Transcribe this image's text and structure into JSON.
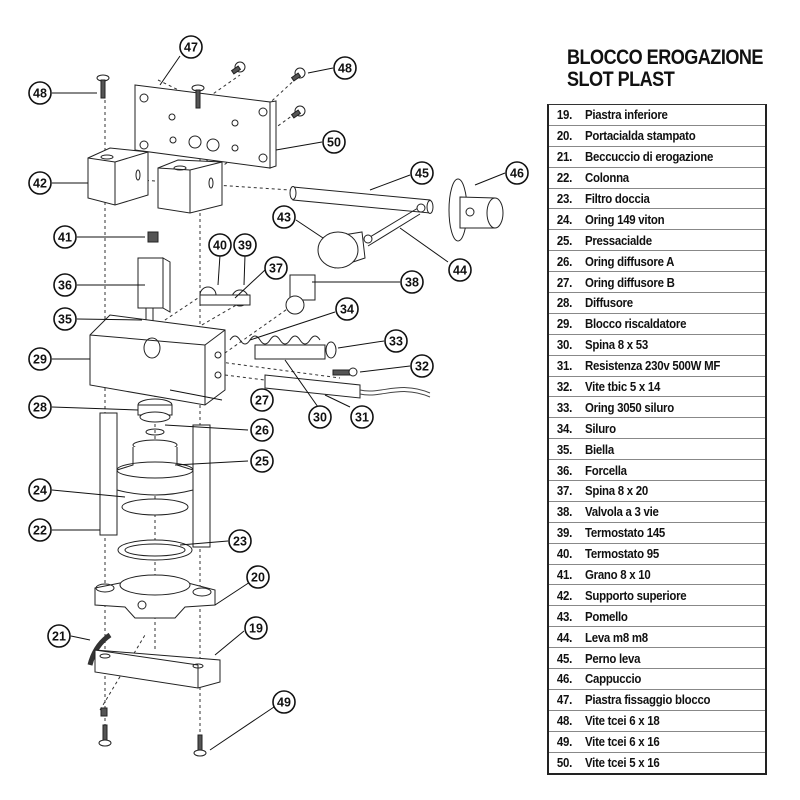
{
  "title": {
    "line1": "BLOCCO EROGAZIONE",
    "line2": "SLOT PLAST"
  },
  "parts": [
    {
      "num": "19.",
      "name": "Piastra inferiore"
    },
    {
      "num": "20.",
      "name": "Portacialda stampato"
    },
    {
      "num": "21.",
      "name": "Beccuccio di erogazione"
    },
    {
      "num": "22.",
      "name": "Colonna"
    },
    {
      "num": "23.",
      "name": "Filtro doccia"
    },
    {
      "num": "24.",
      "name": "Oring 149 viton"
    },
    {
      "num": "25.",
      "name": "Pressacialde"
    },
    {
      "num": "26.",
      "name": "Oring diffusore A"
    },
    {
      "num": "27.",
      "name": "Oring diffusore B"
    },
    {
      "num": "28.",
      "name": "Diffusore"
    },
    {
      "num": "29.",
      "name": "Blocco riscaldatore"
    },
    {
      "num": "30.",
      "name": "Spina 8 x 53"
    },
    {
      "num": "31.",
      "name": "Resistenza 230v 500W MF"
    },
    {
      "num": "32.",
      "name": "Vite tbic 5 x 14"
    },
    {
      "num": "33.",
      "name": "Oring 3050 siluro"
    },
    {
      "num": "34.",
      "name": "Siluro"
    },
    {
      "num": "35.",
      "name": "Biella"
    },
    {
      "num": "36.",
      "name": "Forcella"
    },
    {
      "num": "37.",
      "name": "Spina 8 x 20"
    },
    {
      "num": "38.",
      "name": "Valvola a 3 vie"
    },
    {
      "num": "39.",
      "name": "Termostato 145"
    },
    {
      "num": "40.",
      "name": "Termostato 95"
    },
    {
      "num": "41.",
      "name": "Grano 8 x 10"
    },
    {
      "num": "42.",
      "name": "Supporto superiore"
    },
    {
      "num": "43.",
      "name": "Pomello"
    },
    {
      "num": "44.",
      "name": "Leva m8 m8"
    },
    {
      "num": "45.",
      "name": "Perno leva"
    },
    {
      "num": "46.",
      "name": "Cappuccio"
    },
    {
      "num": "47.",
      "name": "Piastra fissaggio blocco"
    },
    {
      "num": "48.",
      "name": "Vite tcei 6 x 18"
    },
    {
      "num": "49.",
      "name": "Vite tcei 6 x 16"
    },
    {
      "num": "50.",
      "name": "Vite tcei 5 x 16"
    }
  ],
  "callouts": [
    "47",
    "48",
    "48",
    "50",
    "42",
    "45",
    "46",
    "43",
    "44",
    "41",
    "40",
    "39",
    "37",
    "36",
    "38",
    "34",
    "35",
    "33",
    "29",
    "32",
    "27",
    "30",
    "31",
    "28",
    "26",
    "25",
    "24",
    "22",
    "23",
    "20",
    "21",
    "19",
    "49"
  ]
}
